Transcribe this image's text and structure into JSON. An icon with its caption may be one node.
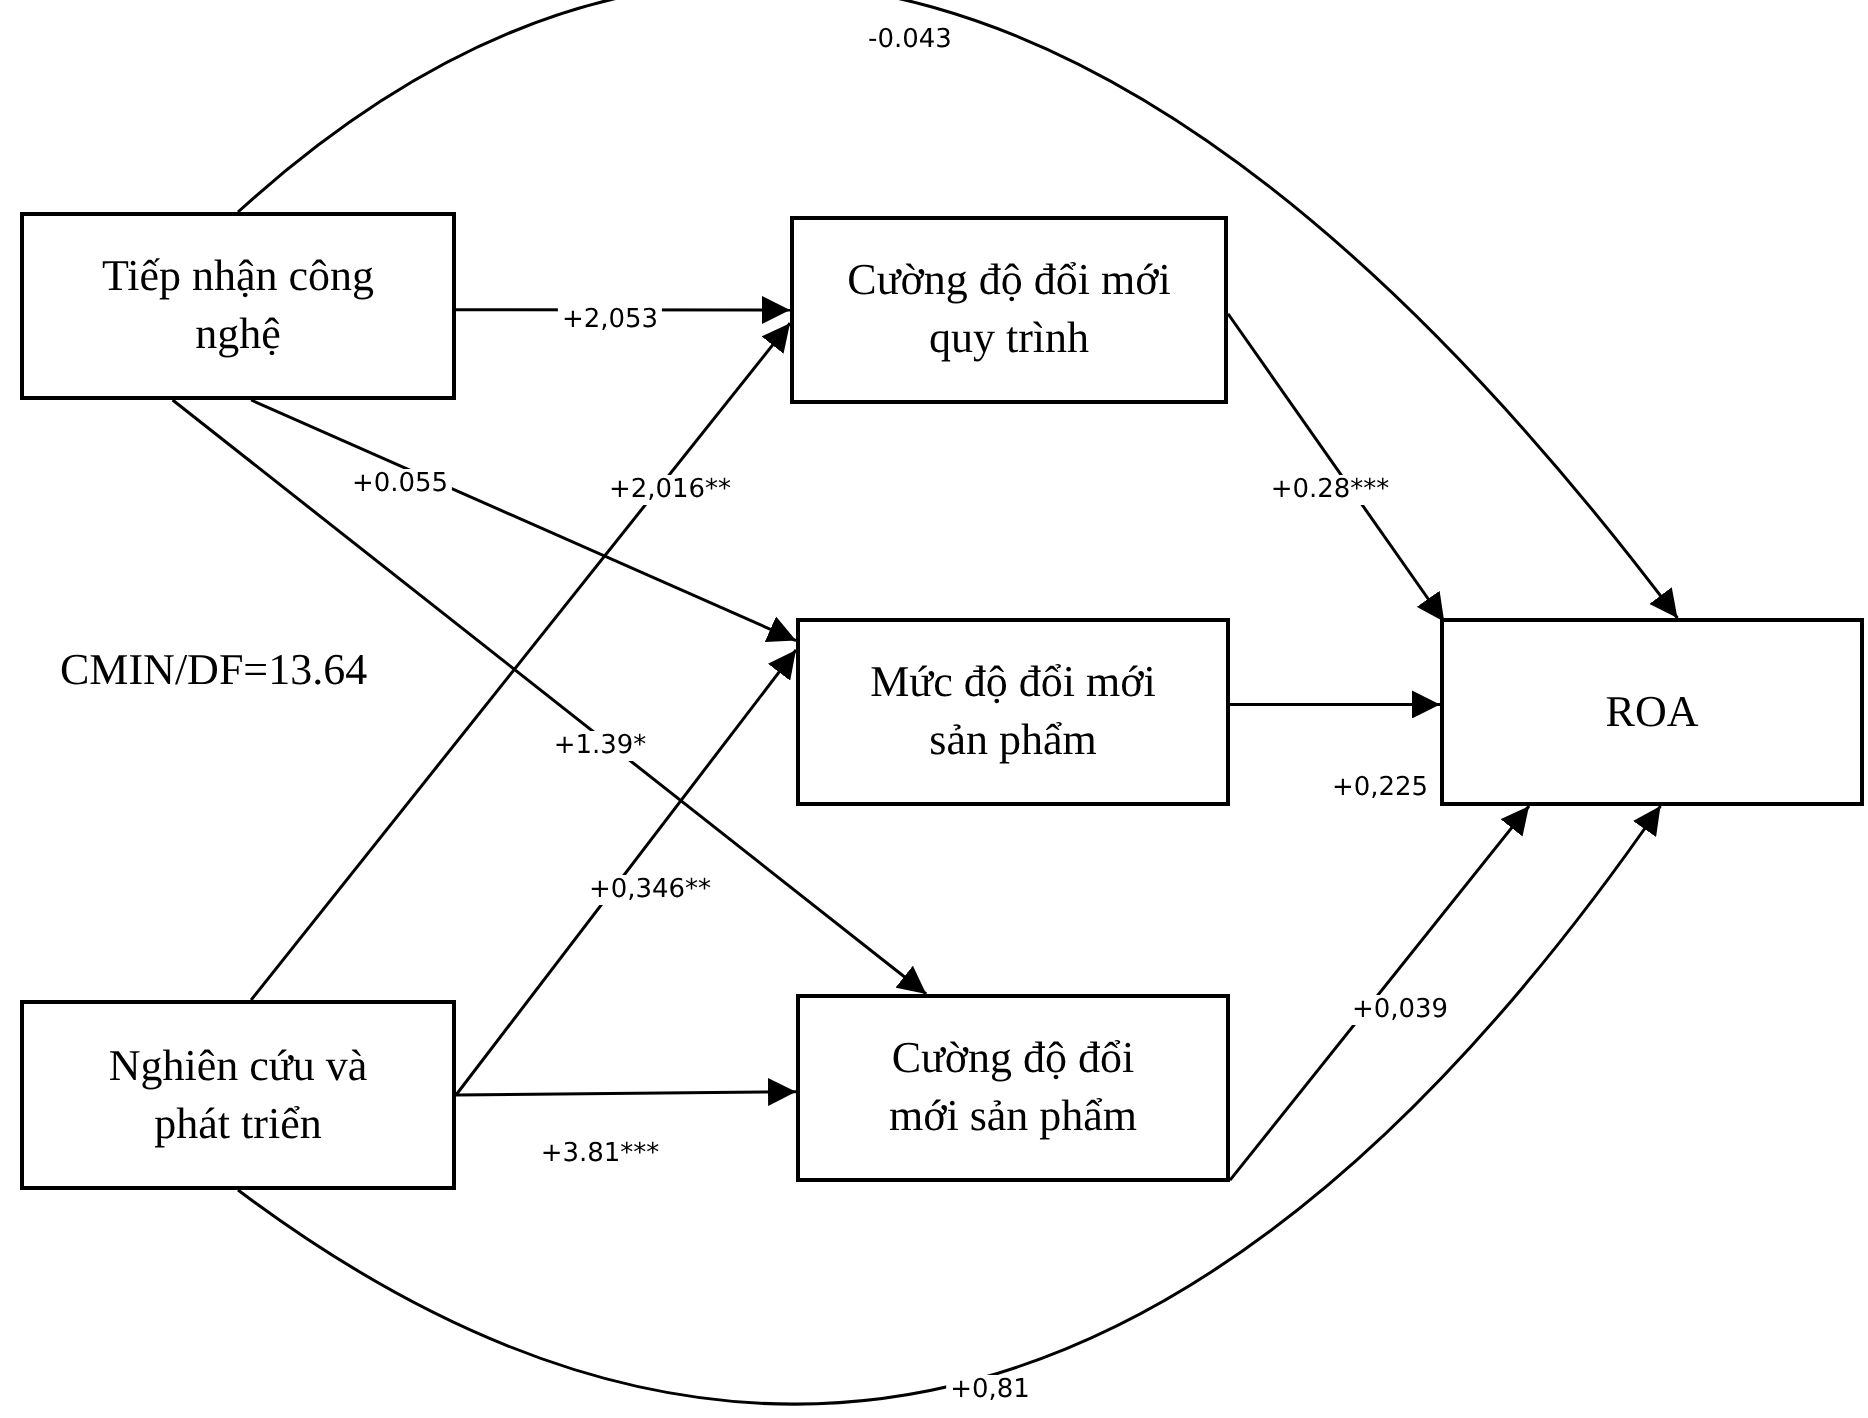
{
  "diagram": {
    "nodes": [
      {
        "text": [
          "Tiếp nhận công nghệ"
        ]
      },
      {
        "text": [
          "Cường độ đổi mới quy trình"
        ]
      },
      {
        "text": [
          "Mức độ đổi mới sản phẩm"
        ]
      },
      {
        "text": [
          "ROA"
        ]
      },
      {
        "text": [
          "Nghiên cứu và phát triển"
        ]
      },
      {
        "text": [
          "Cường độ đổi mới sản phẩm"
        ]
      }
    ],
    "edges": [
      {
        "from": 0,
        "to": 3,
        "arrow": "to",
        "label": "-0.043"
      },
      {
        "from": 0,
        "to": 1,
        "arrow": "to",
        "label": "+2,053"
      },
      {
        "from": 0,
        "to": 2,
        "arrow": "to",
        "label": "+0.055"
      },
      {
        "from": 0,
        "to": 5,
        "arrow": "to",
        "label": "+1.39*"
      },
      {
        "from": 4,
        "to": 1,
        "arrow": "to",
        "label": "+2,016**"
      },
      {
        "from": 4,
        "to": 2,
        "arrow": "to",
        "label": "+0,346**"
      },
      {
        "from": 4,
        "to": 5,
        "arrow": "to",
        "label": "+3.81***"
      },
      {
        "from": 4,
        "to": 3,
        "arrow": "to",
        "label": "+0,81"
      },
      {
        "from": 1,
        "to": 3,
        "arrow": "to",
        "label": "+0.28***"
      },
      {
        "from": 2,
        "to": 3,
        "arrow": "to",
        "label": "+0,225"
      },
      {
        "from": 5,
        "to": 3,
        "arrow": "to",
        "label": "+0,039"
      }
    ],
    "labels": [
      "CMIN/DF=13.64"
    ]
  }
}
